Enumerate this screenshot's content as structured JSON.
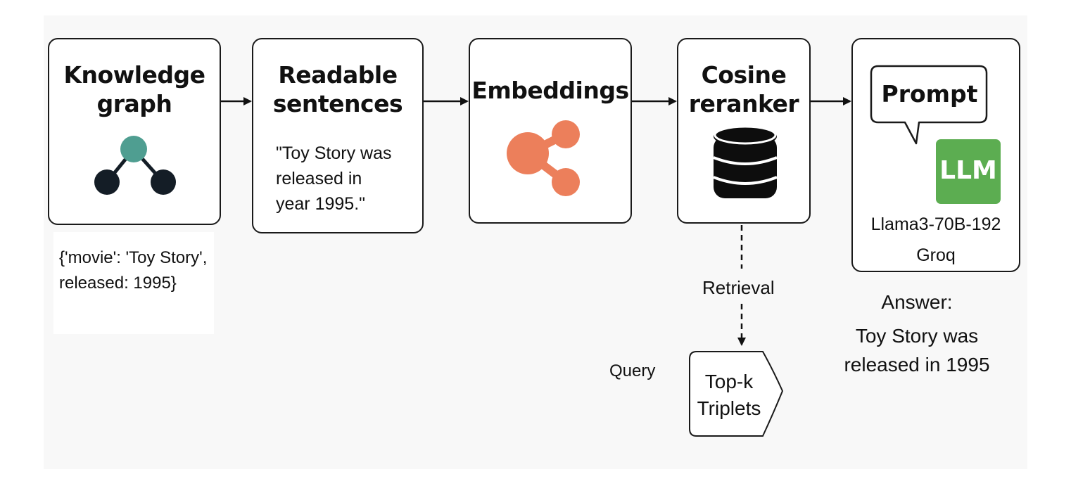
{
  "nodes": {
    "knowledge_graph": {
      "title_line1": "Knowledge",
      "title_line2": "graph"
    },
    "readable_sentences": {
      "title_line1": "Readable",
      "title_line2": "sentences",
      "example_line1": "\"Toy Story was",
      "example_line2": "released in",
      "example_line3": "year 1995.\""
    },
    "embeddings": {
      "title": "Embeddings"
    },
    "cosine_reranker": {
      "title_line1": "Cosine",
      "title_line2": "reranker"
    },
    "llm": {
      "prompt_label": "Prompt",
      "llm_badge": "LLM",
      "model_name": "Llama3-70B-192",
      "provider": "Groq"
    },
    "top_k": {
      "line1": "Top-k",
      "line2": "Triplets"
    }
  },
  "kg_example": {
    "line1": "{'movie': 'Toy Story',",
    "line2": "released: 1995}"
  },
  "retrieval_label": "Retrieval",
  "query_label": "Query",
  "answer": {
    "label": "Answer:",
    "line1": "Toy Story was",
    "line2": "released in 1995"
  },
  "colors": {
    "graph_top_node": "#4f9e91",
    "graph_bottom_nodes": "#141d26",
    "embeddings_icon": "#ec7f5b",
    "llm_badge_bg": "#5cad51",
    "database_icon": "#0d0d0d",
    "arrow": "#111111"
  },
  "icons": [
    "graph-icon",
    "share-icon",
    "database-icon",
    "speech-bubble-icon",
    "llm-badge-icon"
  ]
}
